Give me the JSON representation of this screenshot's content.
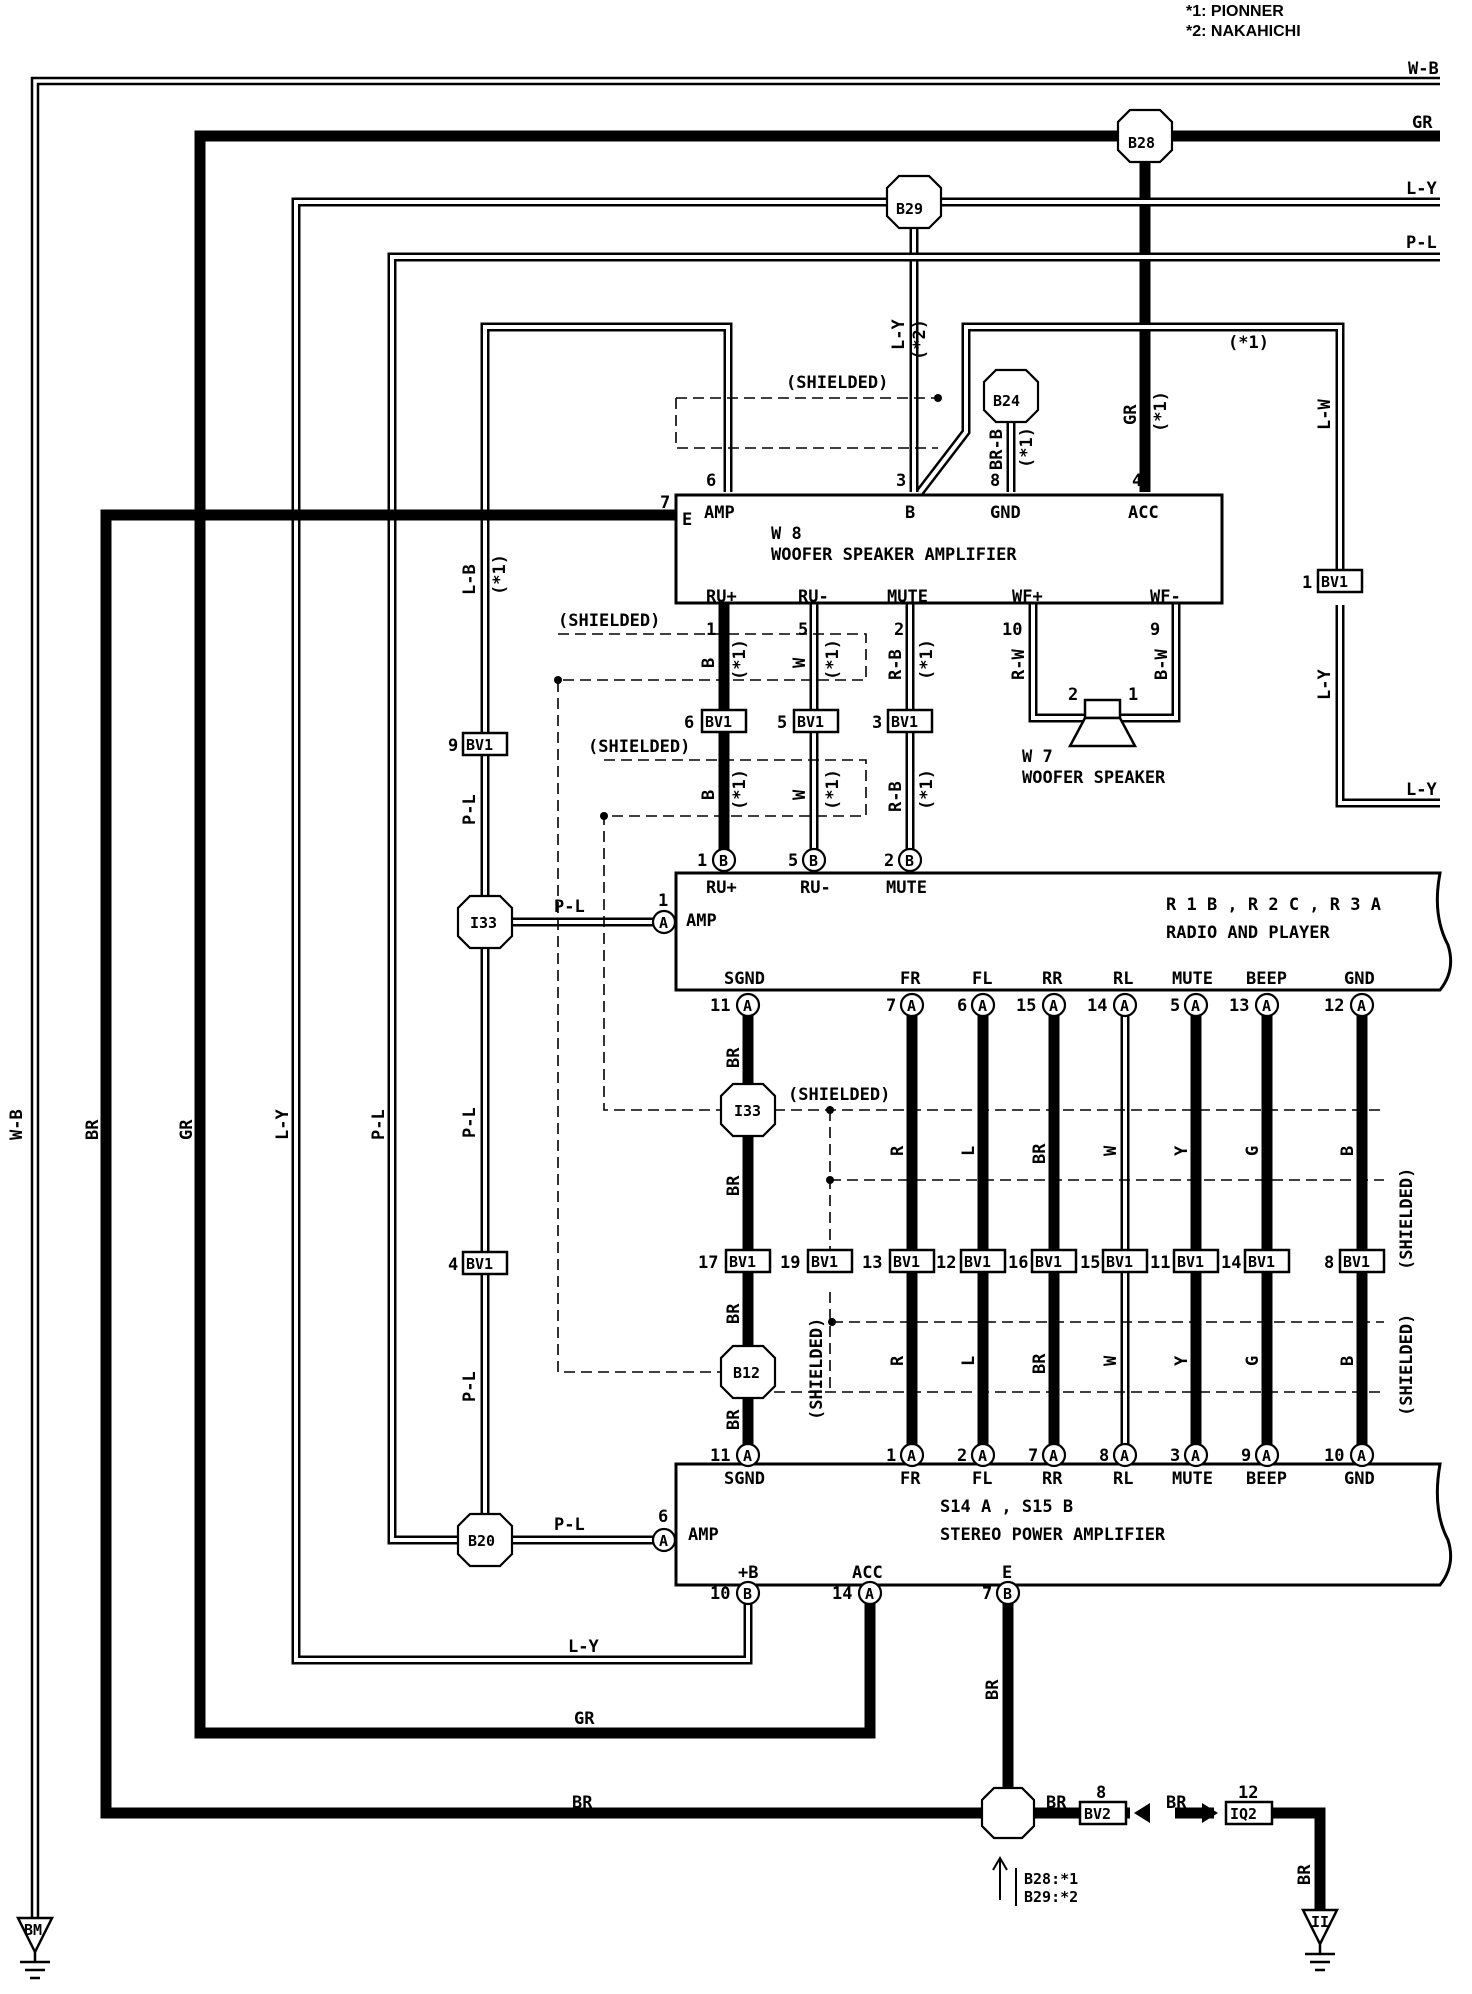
{
  "notes": {
    "n1": "*1: PIONNER",
    "n2": "*2: NAKAHICHI"
  },
  "components": {
    "woofer_amp": {
      "code": "W 8",
      "name": "WOOFER SPEAKER AMPLIFIER",
      "pins_top": [
        "AMP",
        "B",
        "GND",
        "ACC"
      ],
      "pin_e": "E",
      "pins_bottom": [
        "RU+",
        "RU-",
        "MUTE",
        "WF+",
        "WF-"
      ]
    },
    "woofer_speaker": {
      "code": "W 7",
      "name": "WOOFER SPEAKER"
    },
    "radio": {
      "code": "R 1 B , R 2 C , R 3 A",
      "name": "RADIO AND PLAYER",
      "pin_amp": "AMP",
      "pins_top": [
        "RU+",
        "RU-",
        "MUTE"
      ],
      "pins_bottom": [
        "SGND",
        "FR",
        "FL",
        "RR",
        "RL",
        "MUTE",
        "BEEP",
        "GND"
      ]
    },
    "stereo_amp": {
      "code": "S14 A , S15 B",
      "name": "STEREO POWER AMPLIFIER",
      "pin_amp": "AMP",
      "pins_top": [
        "SGND",
        "FR",
        "FL",
        "RR",
        "RL",
        "MUTE",
        "BEEP",
        "GND"
      ],
      "pins_bottom": [
        "+B",
        "ACC",
        "E"
      ]
    }
  },
  "wire_colors": {
    "wb": "W-B",
    "gr": "GR",
    "ly": "L-Y",
    "pl": "P-L",
    "br": "BR",
    "lb": "L-B",
    "lw": "L-W",
    "b": "B",
    "w": "W",
    "rb": "R-B",
    "rw": "R-W",
    "bw": "B-W",
    "brb": "BR-B",
    "r": "R",
    "l": "L",
    "y": "Y",
    "g": "G"
  },
  "splices": {
    "b28": "B28",
    "b29": "B29",
    "b24": "B24",
    "i33": "I33",
    "b12": "B12",
    "b20": "B20"
  },
  "connectors": {
    "bv1": "BV1",
    "bv2": "BV2",
    "iq2": "IQ2"
  },
  "grounds": {
    "bm": "BM",
    "ii": "II"
  },
  "marks": {
    "s1": "(*1)",
    "s2": "(*2)",
    "shielded": "(SHIELDED)"
  },
  "splice_note": {
    "l1": "B28:*1",
    "l2": "B29:*2"
  },
  "pin_numbers": {
    "amp_top": [
      "6",
      "3",
      "8",
      "4"
    ],
    "amp_e": "7",
    "amp_bot": [
      "1",
      "5",
      "2",
      "10",
      "9"
    ],
    "bv1_upper": [
      "6",
      "5",
      "3"
    ],
    "radio_top": [
      "1",
      "5",
      "2"
    ],
    "radio_amp": "1",
    "radio_bot": [
      "11",
      "7",
      "6",
      "15",
      "14",
      "5",
      "13",
      "12"
    ],
    "bv1_lower": [
      "17",
      "19",
      "13",
      "12",
      "16",
      "15",
      "11",
      "14",
      "8"
    ],
    "stereo_top": [
      "11",
      "1",
      "2",
      "7",
      "8",
      "3",
      "9",
      "10"
    ],
    "stereo_amp": "6",
    "stereo_bot": [
      "10",
      "14",
      "7"
    ],
    "bv1_right": "1",
    "bv1_left_up": "9",
    "bv1_left_low": "4",
    "spk": [
      "2",
      "1"
    ],
    "bv2": "8",
    "iq2": "12"
  },
  "letters": {
    "a": "A",
    "b": "B",
    "c": "C"
  }
}
